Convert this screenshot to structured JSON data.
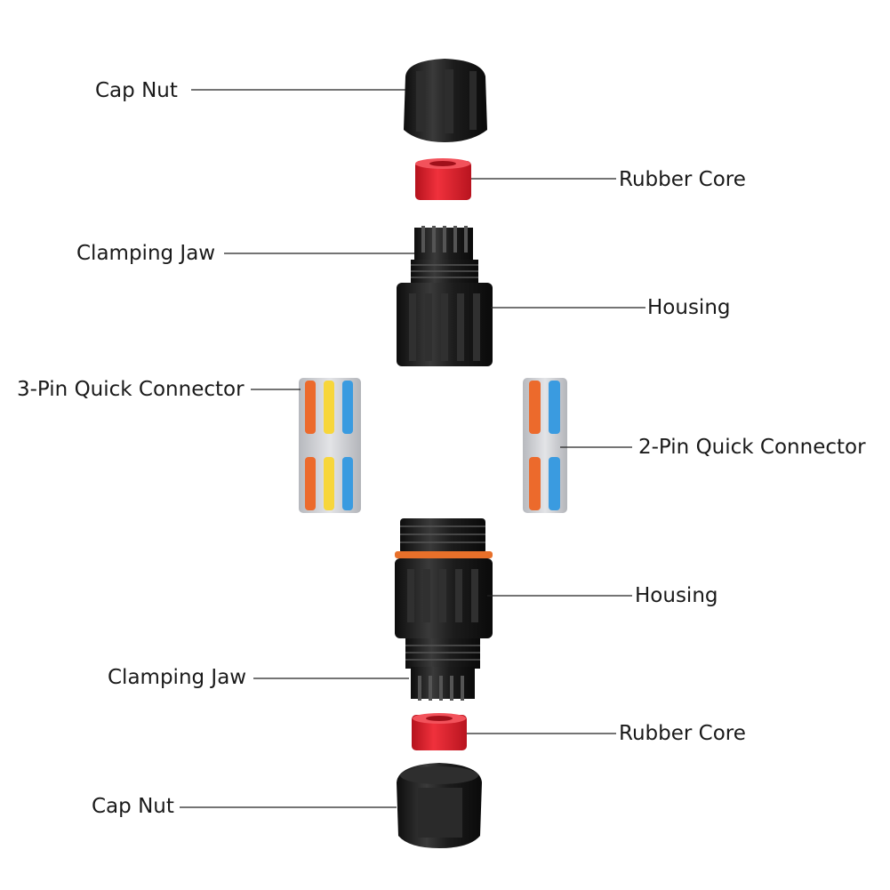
{
  "labels": {
    "cap_nut_top": "Cap Nut",
    "rubber_core_top": "Rubber Core",
    "clamping_jaw_top": "Clamping Jaw",
    "housing_top": "Housing",
    "three_pin": "3-Pin Quick Connector",
    "two_pin": "2-Pin Quick Connector",
    "housing_bottom": "Housing",
    "clamping_jaw_bottom": "Clamping Jaw",
    "rubber_core_bottom": "Rubber Core",
    "cap_nut_bottom": "Cap Nut"
  },
  "colors": {
    "black_part": "#1b1b1b",
    "rubber": "#e01e2b",
    "gray_body": "#c9cbd0",
    "lever_orange": "#ec6a2c",
    "lever_yellow": "#f7d63b",
    "lever_blue": "#3a9be0",
    "seal_orange": "#e8702a"
  }
}
